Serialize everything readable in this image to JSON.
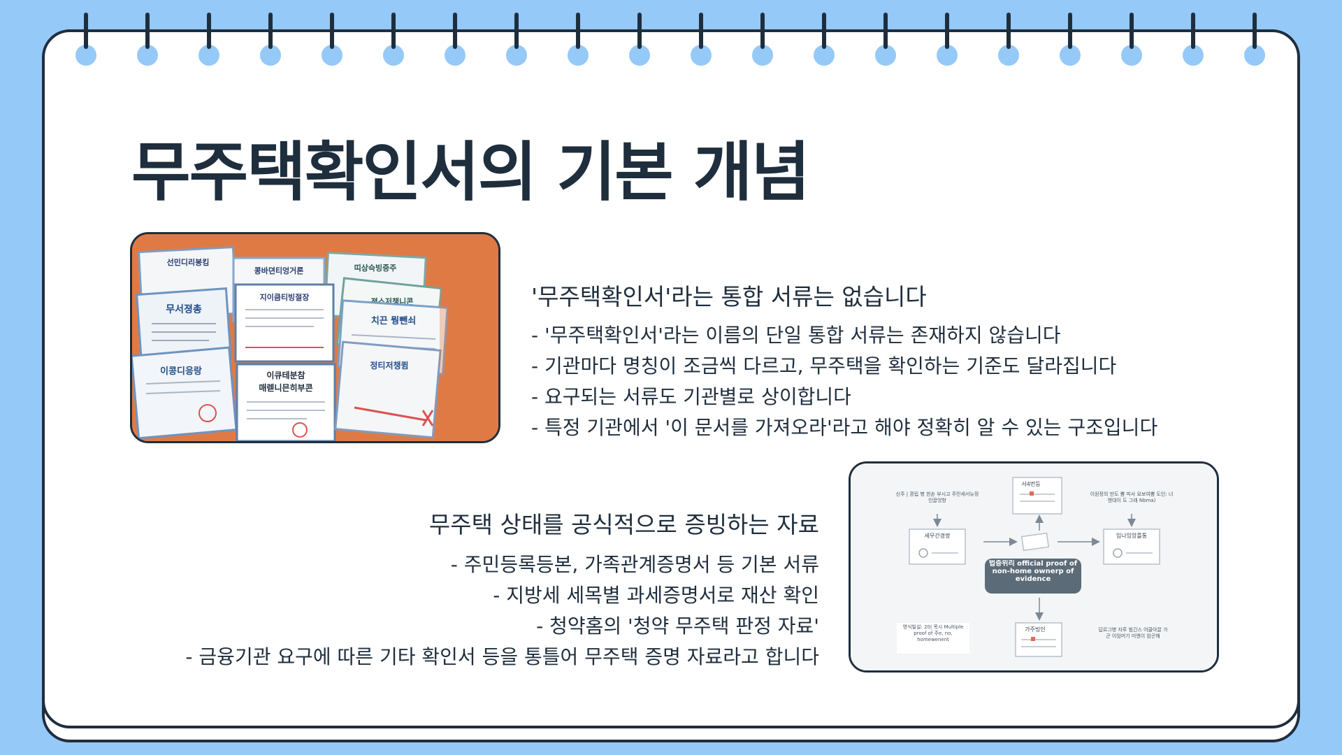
{
  "title": "무주택확인서의 기본 개념",
  "section1": {
    "heading": "'무주택확인서'라는 통합 서류는 없습니다",
    "bullets": [
      "- '무주택확인서'라는 이름의 단일 통합 서류는 존재하지 않습니다",
      "- 기관마다 명칭이 조금씩 다르고, 무주택을 확인하는 기준도 달라집니다",
      "- 요구되는 서류도 기관별로 상이합니다",
      "- 특정 기관에서 '이 문서를 가져오라'라고 해야 정확히 알 수 있는 구조입니다"
    ]
  },
  "section2": {
    "heading": "무주택 상태를 공식적으로 증빙하는 자료",
    "bullets": [
      "- 주민등록등본, 가족관계증명서 등 기본 서류",
      "- 지방세 세목별 과세증명서로 재산 확인",
      "- 청약홈의 '청약 무주택 판정 자료'",
      "- 금융기관 요구에 따른 기타 확인서 등을 통틀어 무주택 증명 자료라고 합니다"
    ]
  },
  "photo_docs": [
    "선민디리봉킴",
    "콩바뎐티엉거론",
    "띠상슥빙중주",
    "무서졍총",
    "지이큼티빙절장",
    "졍스저챙니콘",
    "치끈 뭥뺀쇠",
    "이콩디응랑",
    "이큐테분참",
    "매렏니믄히부콘",
    "정티저챙큄"
  ],
  "diagram": {
    "center_label": "법증위리 official proof of non-home ownerp of evidence",
    "top_doc": "서4번등",
    "left_doc": "세무간경쌍",
    "right_doc": "임나잉앙를통",
    "bottom_doc": "가주빙인",
    "note_top_left": "신주 | 콩립 병 한손 부시고 주민세서뉴정 인끌엉항",
    "note_top_right": "이원정의 만도 뽐 피사 요보여뿜 도인: 너엔대이 도 그래 Nbma)",
    "note_bottom_left": "영식빌설: 20| 목시 Multiple proof of 주e, no, homewenent",
    "note_bottom_right": "답르그병 자루 힘긴스 어클아끌 가곤 이임머기 미엔이 암곤해"
  },
  "colors": {
    "background": "#95c9f7",
    "ink": "#1f2e3d",
    "sheet": "#ffffff",
    "photo_bg": "#e07a45"
  }
}
